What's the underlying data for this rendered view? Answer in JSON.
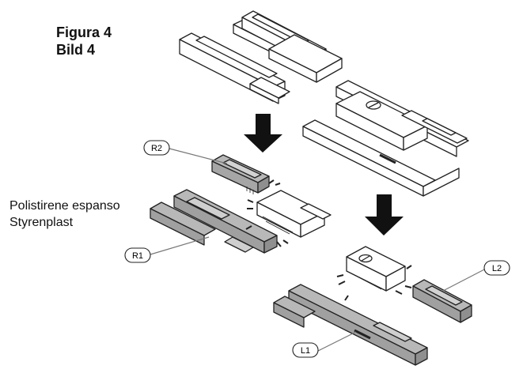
{
  "figure": {
    "title_line1": "Figura 4",
    "title_line2": "Bild 4"
  },
  "material": {
    "line1": "Polistirene espanso",
    "line2": "Styrenplast"
  },
  "callouts": {
    "r2": "R2",
    "r1": "R1",
    "l1": "L1",
    "l2": "L2"
  },
  "colors": {
    "line": "#222222",
    "foam": "#b8b8b8",
    "foam_dark": "#8f8f8f",
    "arrow": "#111111",
    "leader": "#777777"
  }
}
